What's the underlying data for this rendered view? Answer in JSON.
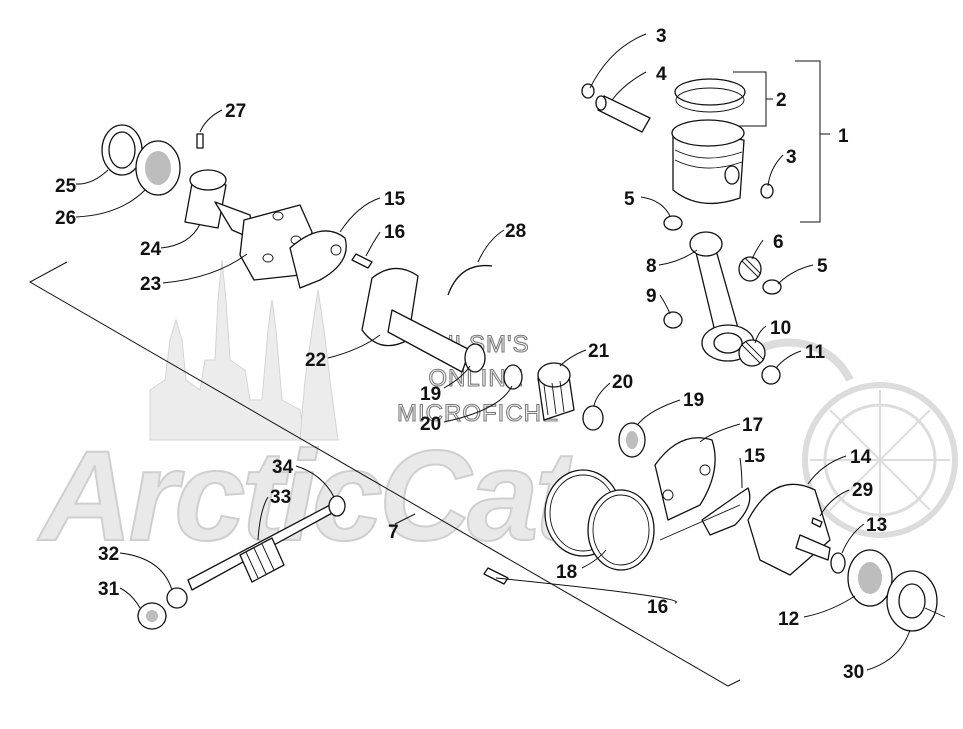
{
  "watermark": {
    "line1": "HLSM'S",
    "line2": "ONLINE",
    "line3": "MICROFICHE",
    "logo_text": "ArcticCat"
  },
  "callouts": [
    {
      "id": "1",
      "label": "1"
    },
    {
      "id": "2",
      "label": "2"
    },
    {
      "id": "3a",
      "label": "3"
    },
    {
      "id": "3b",
      "label": "3"
    },
    {
      "id": "4",
      "label": "4"
    },
    {
      "id": "5a",
      "label": "5"
    },
    {
      "id": "5b",
      "label": "5"
    },
    {
      "id": "6",
      "label": "6"
    },
    {
      "id": "7",
      "label": "7"
    },
    {
      "id": "8",
      "label": "8"
    },
    {
      "id": "9",
      "label": "9"
    },
    {
      "id": "10",
      "label": "10"
    },
    {
      "id": "11",
      "label": "11"
    },
    {
      "id": "12",
      "label": "12"
    },
    {
      "id": "13",
      "label": "13"
    },
    {
      "id": "14",
      "label": "14"
    },
    {
      "id": "15a",
      "label": "15"
    },
    {
      "id": "15b",
      "label": "15"
    },
    {
      "id": "16a",
      "label": "16"
    },
    {
      "id": "16b",
      "label": "16"
    },
    {
      "id": "17",
      "label": "17"
    },
    {
      "id": "18",
      "label": "18"
    },
    {
      "id": "19a",
      "label": "19"
    },
    {
      "id": "19b",
      "label": "19"
    },
    {
      "id": "20a",
      "label": "20"
    },
    {
      "id": "20b",
      "label": "20"
    },
    {
      "id": "21",
      "label": "21"
    },
    {
      "id": "22",
      "label": "22"
    },
    {
      "id": "23",
      "label": "23"
    },
    {
      "id": "24",
      "label": "24"
    },
    {
      "id": "25",
      "label": "25"
    },
    {
      "id": "26",
      "label": "26"
    },
    {
      "id": "27",
      "label": "27"
    },
    {
      "id": "28",
      "label": "28"
    },
    {
      "id": "29",
      "label": "29"
    },
    {
      "id": "30",
      "label": "30"
    },
    {
      "id": "31",
      "label": "31"
    },
    {
      "id": "32",
      "label": "32"
    },
    {
      "id": "33",
      "label": "33"
    },
    {
      "id": "34",
      "label": "34"
    }
  ]
}
